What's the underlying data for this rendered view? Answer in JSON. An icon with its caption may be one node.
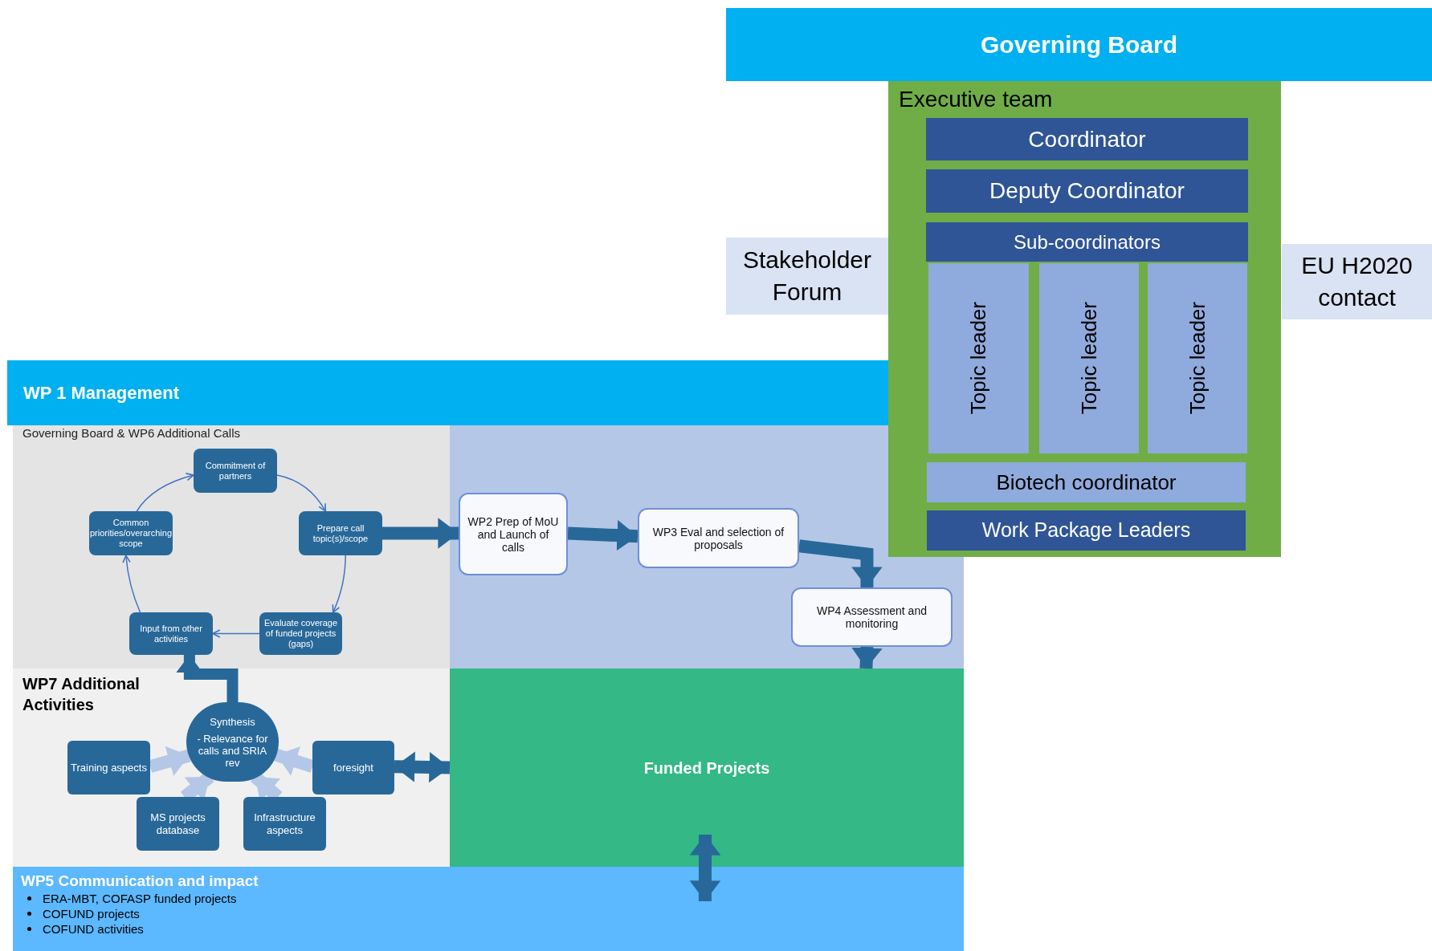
{
  "diagram": {
    "nodes": [
      {
        "text": [
          "Governing Board"
        ]
      },
      {
        "text": [
          "Executive team"
        ]
      },
      {
        "text": [
          "Coordinator"
        ],
        "in": 1
      },
      {
        "text": [
          "Deputy Coordinator"
        ],
        "in": 1
      },
      {
        "text": [
          "Sub-coordinators"
        ],
        "in": 1
      },
      {
        "text": [
          "Topic leader"
        ],
        "in": 1
      },
      {
        "text": [
          "Topic leader"
        ],
        "in": 1
      },
      {
        "text": [
          "Topic leader"
        ],
        "in": 1
      },
      {
        "text": [
          "Biotech coordinator"
        ],
        "in": 1
      },
      {
        "text": [
          "Work Package Leaders"
        ],
        "in": 1
      },
      {
        "text": [
          "Stakeholder Forum"
        ]
      },
      {
        "text": [
          "EU H2020 contact"
        ]
      },
      {
        "text": [
          "WP 1 Management"
        ]
      },
      {
        "text": [
          "Governing Board & WP6 Additional Calls"
        ]
      },
      {
        "text": [
          "Commitment of partners"
        ],
        "in": 13
      },
      {
        "text": [
          "Common priorities/overarching scope"
        ],
        "in": 13
      },
      {
        "text": [
          "Prepare call topic(s)/scope"
        ],
        "in": 13
      },
      {
        "text": [
          "Input from other activities"
        ],
        "in": 13
      },
      {
        "text": [
          "Evaluate coverage of funded projects (gaps)"
        ],
        "in": 13
      },
      {
        "text": [
          "WP2 Prep of MoU and Launch of calls"
        ]
      },
      {
        "text": [
          "WP3 Eval and selection of proposals"
        ]
      },
      {
        "text": [
          "WP4 Assessment and monitoring"
        ]
      },
      {
        "text": [
          "WP7 Additional Activities"
        ]
      },
      {
        "text": [
          "Synthesis",
          "- Relevance for calls and SRIA rev"
        ],
        "in": 22
      },
      {
        "text": [
          "Training aspects"
        ],
        "in": 22
      },
      {
        "text": [
          "foresight"
        ],
        "in": 22
      },
      {
        "text": [
          "MS projects database"
        ],
        "in": 22
      },
      {
        "text": [
          "Infrastructure aspects"
        ],
        "in": 22
      },
      {
        "text": [
          "Funded Projects"
        ]
      },
      {
        "text": [
          "WP5 Communication and impact",
          "ERA-MBT, COFASP funded projects",
          "COFUND projects",
          "COFUND activities"
        ]
      }
    ],
    "edges": [
      {
        "from": 15,
        "to": 14,
        "arrow": "to",
        "color": "#4472c4"
      },
      {
        "from": 14,
        "to": 16,
        "arrow": "to",
        "color": "#4472c4"
      },
      {
        "from": 16,
        "to": 18,
        "arrow": "to",
        "color": "#4472c4"
      },
      {
        "from": 18,
        "to": 17,
        "arrow": "to",
        "color": "#4472c4"
      },
      {
        "from": 17,
        "to": 15,
        "arrow": "to",
        "color": "#4472c4"
      },
      {
        "from": 16,
        "to": 19,
        "arrow": "to"
      },
      {
        "from": 19,
        "to": 20,
        "arrow": "to"
      },
      {
        "from": 20,
        "to": 21,
        "arrow": "to"
      },
      {
        "from": 21,
        "to": 28,
        "arrow": "to"
      },
      {
        "from": 23,
        "to": 17,
        "arrow": "to"
      },
      {
        "from": 24,
        "to": 23,
        "arrow": "to",
        "color": "#b4c7e7"
      },
      {
        "from": 26,
        "to": 23,
        "arrow": "to",
        "color": "#b4c7e7"
      },
      {
        "from": 27,
        "to": 23,
        "arrow": "to",
        "color": "#b4c7e7"
      },
      {
        "from": 25,
        "to": 23,
        "arrow": "to",
        "color": "#b4c7e7"
      },
      {
        "from": 25,
        "to": 28,
        "arrow": "both"
      },
      {
        "from": 28,
        "to": 29,
        "arrow": "both"
      }
    ]
  }
}
